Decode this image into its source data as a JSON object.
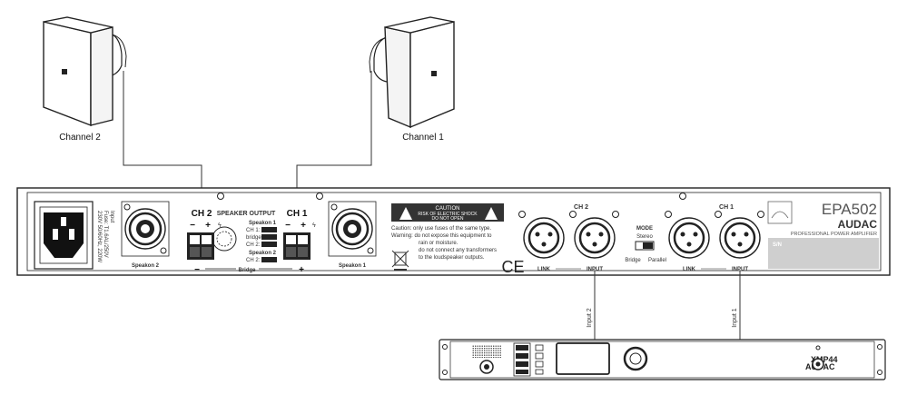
{
  "speakers": {
    "left_label": "Channel 2",
    "right_label": "Channel 1"
  },
  "amplifier": {
    "model": "EPA502",
    "brand": "AUDAC",
    "subtitle": "PROFESSIONAL POWER AMPLIFIER",
    "serial_label": "S/N",
    "power_spec": [
      "230V 50/60Hz, 220W",
      "Fuse: T1.6AL/250V",
      "Input"
    ],
    "speakon_left": "Speakon 2",
    "speakon_right": "Speakon 1",
    "terminal_ch2": "CH 2",
    "terminal_ch1": "CH 1",
    "minus": "−",
    "plus": "+",
    "bridge": "Bridge",
    "speaker_output": {
      "title": "SPEAKER OUTPUT",
      "sp1": "Speakon 1",
      "ch1": "CH 1:",
      "bridge": "bridge:",
      "ch2": "CH 2:",
      "sp2": "Speakon 2",
      "ch2b": "CH 2:"
    },
    "caution": {
      "title": "CAUTION",
      "line1": "RISK OF ELECTRIC SHOCK",
      "line2": "DO NOT OPEN",
      "text1": "Caution: only use fuses of the same type.",
      "text2": "Warning: do not expose this equipment to",
      "text3": "rain or moisture.",
      "text4": "do not connect any transformers",
      "text5": "to the loudspeaker outputs."
    },
    "ce": "CE",
    "input_ch2": "CH 2",
    "input_ch1": "CH 1",
    "link": "LINK",
    "input": "INPUT",
    "mode": {
      "title": "MODE",
      "stereo": "Stereo",
      "bridge": "Bridge",
      "parallel": "Parallel"
    }
  },
  "cables": {
    "input2": "Input 2",
    "input1": "Input 1"
  },
  "source": {
    "model": "XMP44",
    "brand": "AUDAC"
  }
}
